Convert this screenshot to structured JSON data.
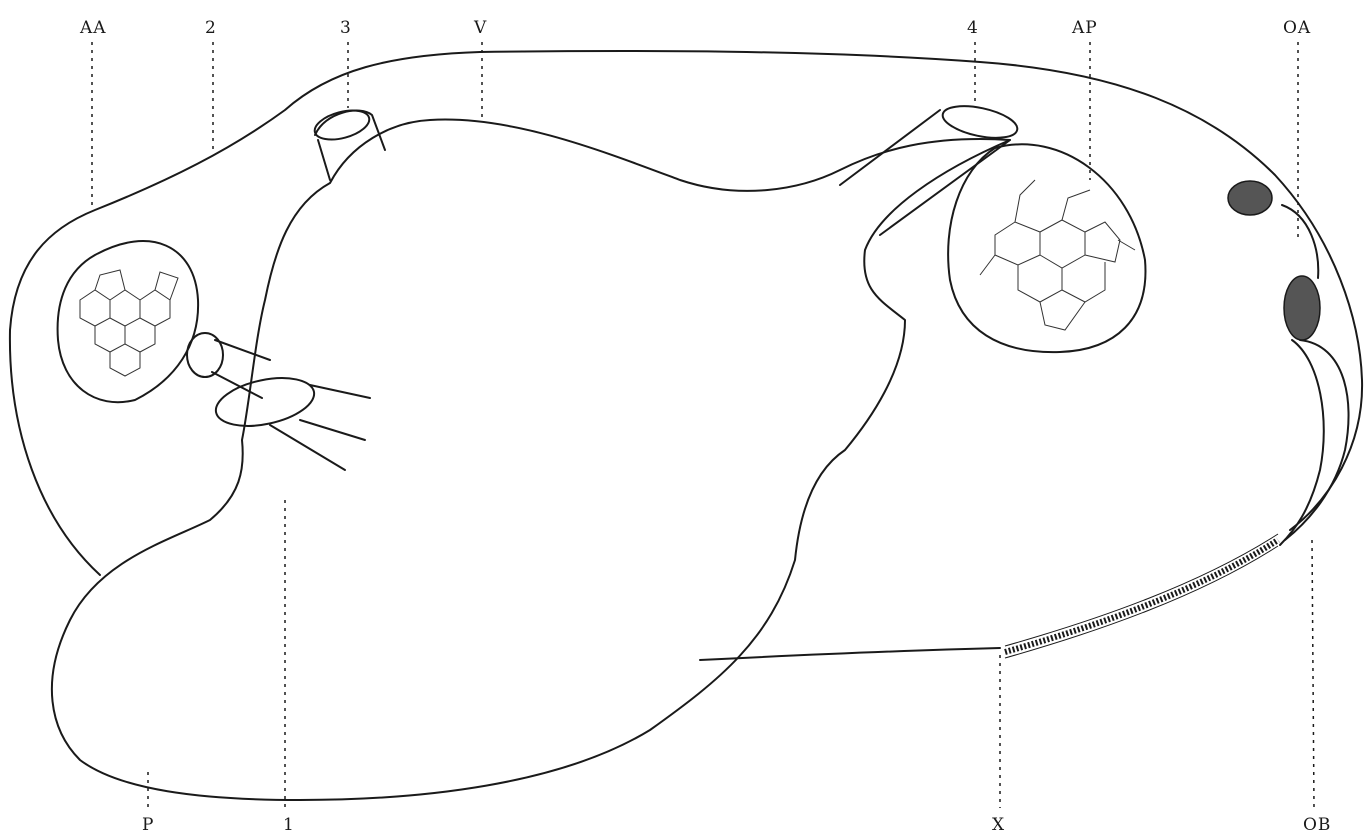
{
  "labels": {
    "aa": "AA",
    "two": "2",
    "three": "3",
    "v": "V",
    "four": "4",
    "ap": "AP",
    "oa": "OA",
    "p": "P",
    "one": "1",
    "x": "X",
    "ob": "OB"
  },
  "colors": {
    "ink": "#1a1a1a",
    "background": "#ffffff"
  }
}
